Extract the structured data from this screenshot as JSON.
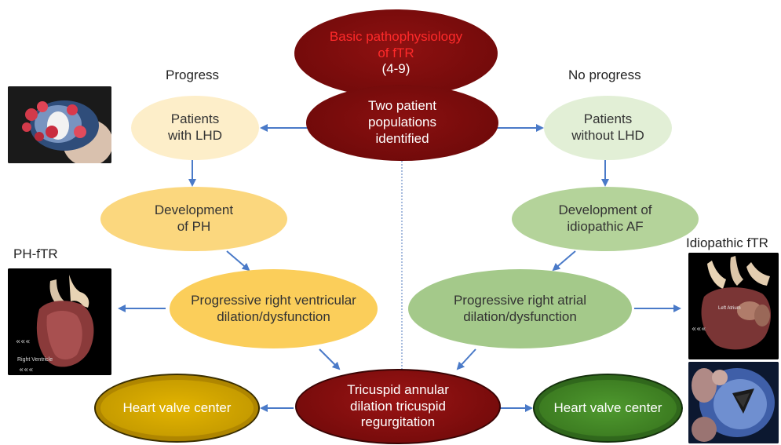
{
  "header": {
    "title_line1": "Basic pathophysiology",
    "title_line2": "of fTR",
    "refs": "(4-9)",
    "title_color": "#ff2a2a"
  },
  "labels": {
    "progress": "Progress",
    "no_progress": "No progress",
    "ph_ftr": "PH-fTR",
    "idiopathic_ftr": "Idiopathic fTR"
  },
  "nodes": {
    "two_populations": [
      "Two patient",
      "populations",
      "identified"
    ],
    "patients_lhd": [
      "Patients",
      "with LHD"
    ],
    "patients_no_lhd": [
      "Patients",
      "without LHD"
    ],
    "dev_ph": [
      "Development",
      "of PH"
    ],
    "dev_af": [
      "Development of",
      "idiopathic AF"
    ],
    "rv_dilation": [
      "Progressive right ventricular",
      "dilation/dysfunction"
    ],
    "ra_dilation": [
      "Progressive right atrial",
      "dilation/dysfunction"
    ],
    "tricuspid": [
      "Tricuspid annular",
      "dilation tricuspid",
      "regurgitation"
    ],
    "hvc_left": "Heart valve center",
    "hvc_right": "Heart valve center"
  },
  "colors": {
    "dark_red": "#7a0b0b",
    "arrow_blue": "#4a7ac8",
    "light_yellow": "#fdeec9",
    "yellow": "#fbd77e",
    "orange_yellow": "#fbce5a",
    "light_green": "#e2efd6",
    "green": "#b4d39a",
    "mid_green": "#a4c98a",
    "gold": "#c9a000",
    "dark_green": "#3f7a25"
  },
  "illustrations": {
    "top_left": "heart-valve-3d-icon",
    "ph_ftr": "heart-right-ventricle-icon",
    "idiopathic_top": "heart-left-atrium-icon",
    "idiopathic_bottom": "tricuspid-valve-icon"
  },
  "image_text": {
    "right_ventricle": "Right Ventricle",
    "left_atrium": "Left Atrium"
  }
}
